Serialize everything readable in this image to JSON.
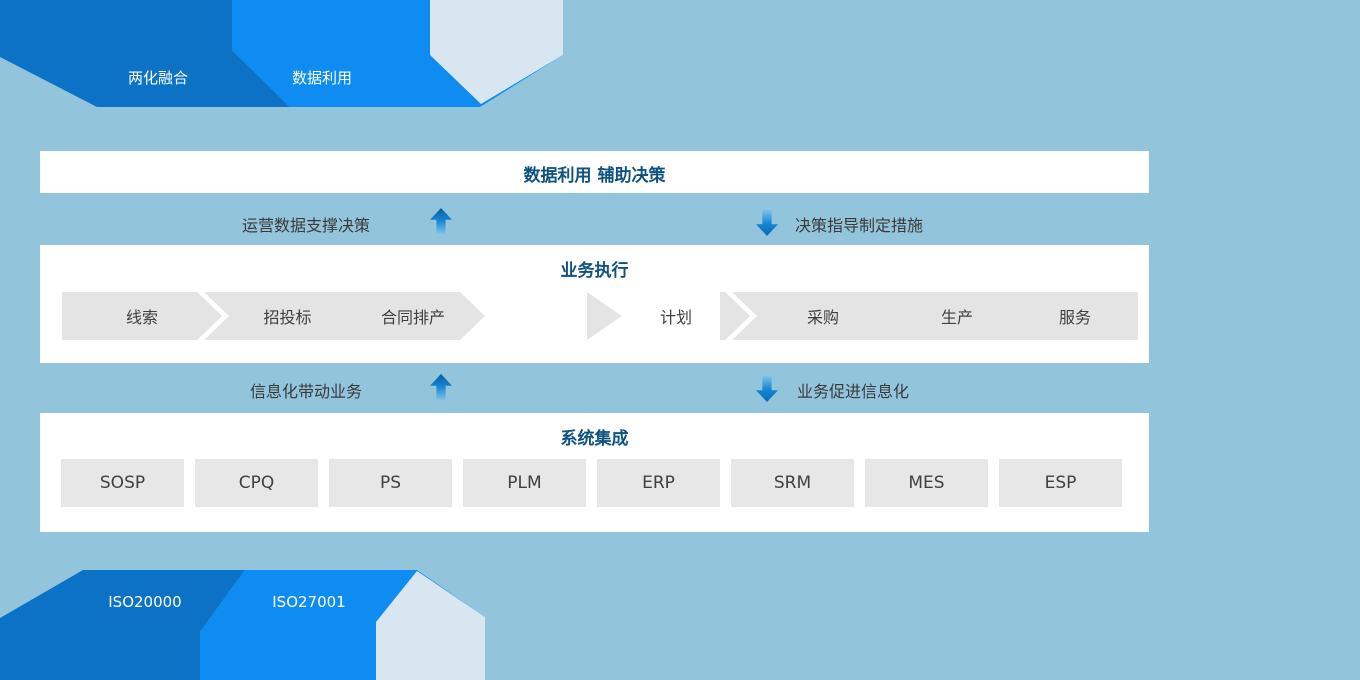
{
  "banners": {
    "top_tabs": [
      {
        "label": "两化融合"
      },
      {
        "label": "数据利用"
      }
    ],
    "bottom_tabs": [
      {
        "label": "ISO20000"
      },
      {
        "label": "ISO27001"
      }
    ]
  },
  "sections": {
    "decision": {
      "title": "数据利用 辅助决策"
    },
    "flow_top": {
      "left_text": "运营数据支撑决策",
      "right_text": "决策指导制定措施"
    },
    "execution": {
      "title": "业务执行",
      "left_chain": [
        "线索",
        "招投标",
        "合同排产"
      ],
      "middle_step": "计划",
      "right_chain": [
        "采购",
        "生产",
        "服务"
      ]
    },
    "flow_bottom": {
      "left_text": "信息化带动业务",
      "right_text": "业务促进信息化"
    },
    "integration": {
      "title": "系统集成",
      "systems": [
        "SOSP",
        "CPQ",
        "PS",
        "PLM",
        "ERP",
        "SRM",
        "MES",
        "ESP"
      ]
    }
  },
  "colors": {
    "background": "#92c5dc",
    "banner_dark_blue": "#0b72c6",
    "banner_bright_blue": "#0e8cf1",
    "banner_light": "#d8e6f2",
    "band_white": "#ffffff",
    "title_blue": "#0d5280",
    "body_text": "#3a3a3a",
    "chevron_gray": "#e4e4e4",
    "box_gray": "#e7e7e7",
    "arrow_blue_dark": "#0a6cb5",
    "arrow_blue_light": "#93cbe9"
  }
}
